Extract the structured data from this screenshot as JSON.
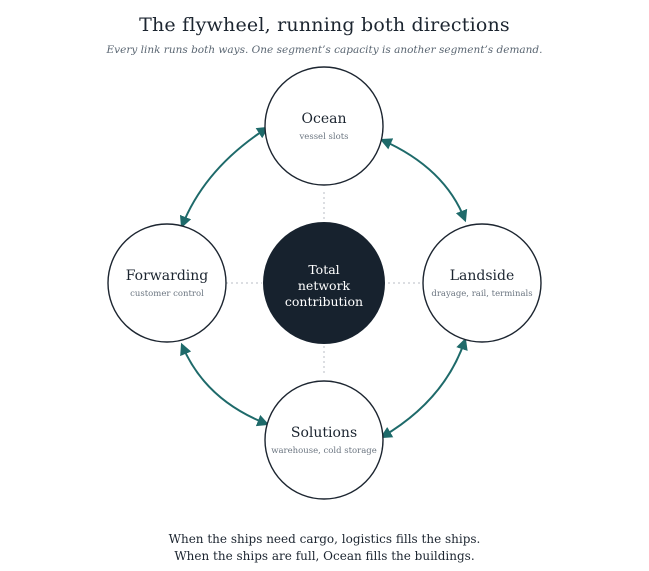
{
  "title": "The flywheel, running both directions",
  "subtitle": "Every link runs both ways. One segment’s capacity is another segment’s demand.",
  "colors": {
    "arrow": "#1e6a6a",
    "hub_fill": "#17222e",
    "node_stroke": "#1c2530",
    "connector": "#b8bec4"
  },
  "hub": {
    "lines": [
      "Total",
      "network",
      "contribution"
    ]
  },
  "nodes": {
    "ocean": {
      "title": "Ocean",
      "subtitle": "vessel slots"
    },
    "landside": {
      "title": "Landside",
      "subtitle": "drayage, rail, terminals"
    },
    "solutions": {
      "title": "Solutions",
      "subtitle": "warehouse, cold storage"
    },
    "forwarding": {
      "title": "Forwarding",
      "subtitle": "customer control"
    }
  },
  "footer": {
    "line1": "When the ships need cargo, logistics fills the ships.",
    "line2": "When the ships are full, Ocean fills the buildings."
  }
}
